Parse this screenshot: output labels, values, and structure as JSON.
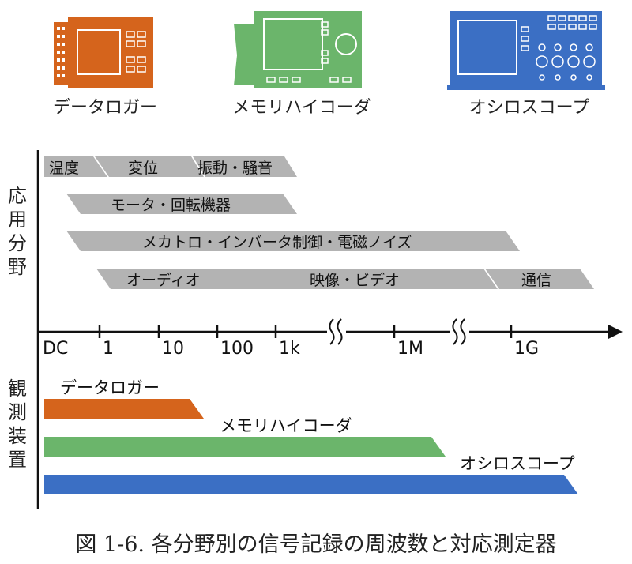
{
  "devices": [
    {
      "key": "datalogger",
      "name": "データロガー",
      "color": "#d5641c"
    },
    {
      "key": "memory",
      "name": "メモリハイコーダ",
      "color": "#6bb56b"
    },
    {
      "key": "scope",
      "name": "オシロスコープ",
      "color": "#3b6fc4"
    }
  ],
  "application_label": "応用分野",
  "instrument_label": "観測装置",
  "axis_ticks": [
    "DC",
    "1",
    "10",
    "100",
    "1k",
    "1M",
    "1G"
  ],
  "application_bands": {
    "row1": [
      "温度",
      "変位",
      "振動・騒音"
    ],
    "row2": "モータ・回転機器",
    "row3": "メカトロ・インバータ制御・電磁ノイズ",
    "row4": [
      "オーディオ",
      "映像・ビデオ",
      "通信"
    ]
  },
  "instrument_bars": [
    {
      "label": "データロガー",
      "color": "#d5641c"
    },
    {
      "label": "メモリハイコーダ",
      "color": "#6bb56b"
    },
    {
      "label": "オシロスコープ",
      "color": "#3b6fc4"
    }
  ],
  "band_color": "#b3b3b3",
  "caption": "図 1-6.  各分野別の信号記録の周波数と対応測定器"
}
